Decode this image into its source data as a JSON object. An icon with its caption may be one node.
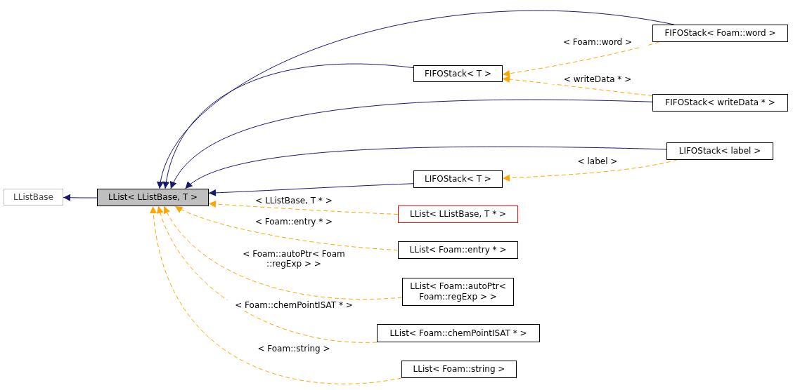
{
  "diagram": {
    "nodes": [
      {
        "text": [
          "LListBase"
        ]
      },
      {
        "text": [
          "LList< LListBase, T >"
        ]
      },
      {
        "text": [
          "FIFOStack< Foam::word >"
        ]
      },
      {
        "text": [
          "FIFOStack< T >"
        ]
      },
      {
        "text": [
          "FIFOStack< writeData * >"
        ]
      },
      {
        "text": [
          "LIFOStack< label >"
        ]
      },
      {
        "text": [
          "LIFOStack< T >"
        ]
      },
      {
        "text": [
          "LList< LListBase, T * >"
        ]
      },
      {
        "text": [
          "LList< Foam::entry * >"
        ]
      },
      {
        "text": [
          "LList< Foam::autoPtr< Foam::regExp > >"
        ]
      },
      {
        "text": [
          "LList< Foam::chemPointISAT * >"
        ]
      },
      {
        "text": [
          "LList< Foam::string >"
        ]
      }
    ],
    "edges": [
      {
        "from": 2,
        "to": 1,
        "arrow": "to",
        "color": "#191970"
      },
      {
        "from": 3,
        "to": 1,
        "arrow": "to",
        "color": "#191970"
      },
      {
        "from": 4,
        "to": 1,
        "arrow": "to",
        "color": "#191970"
      },
      {
        "from": 5,
        "to": 1,
        "arrow": "to",
        "color": "#191970"
      },
      {
        "from": 6,
        "to": 1,
        "arrow": "to",
        "color": "#191970"
      },
      {
        "from": 1,
        "to": 0,
        "arrow": "to",
        "color": "#191970"
      },
      {
        "from": 2,
        "to": 3,
        "arrow": "to",
        "style": "dashed",
        "label": "< Foam::word >"
      },
      {
        "from": 4,
        "to": 3,
        "arrow": "to",
        "style": "dashed",
        "label": "< writeData * >"
      },
      {
        "from": 5,
        "to": 6,
        "arrow": "to",
        "style": "dashed",
        "label": "< label >"
      },
      {
        "from": 7,
        "to": 1,
        "arrow": "to",
        "style": "dashed",
        "label": "< LListBase, T * >"
      },
      {
        "from": 8,
        "to": 1,
        "arrow": "to",
        "style": "dashed",
        "label": "< Foam::entry * >"
      },
      {
        "from": 9,
        "to": 1,
        "arrow": "to",
        "style": "dashed",
        "label": "< Foam::autoPtr< Foam ::regExp > >"
      },
      {
        "from": 10,
        "to": 1,
        "arrow": "to",
        "style": "dashed",
        "label": "< Foam::chemPointISAT * >"
      },
      {
        "from": 11,
        "to": 1,
        "arrow": "to",
        "style": "dashed",
        "label": "< Foam::string >"
      }
    ]
  }
}
